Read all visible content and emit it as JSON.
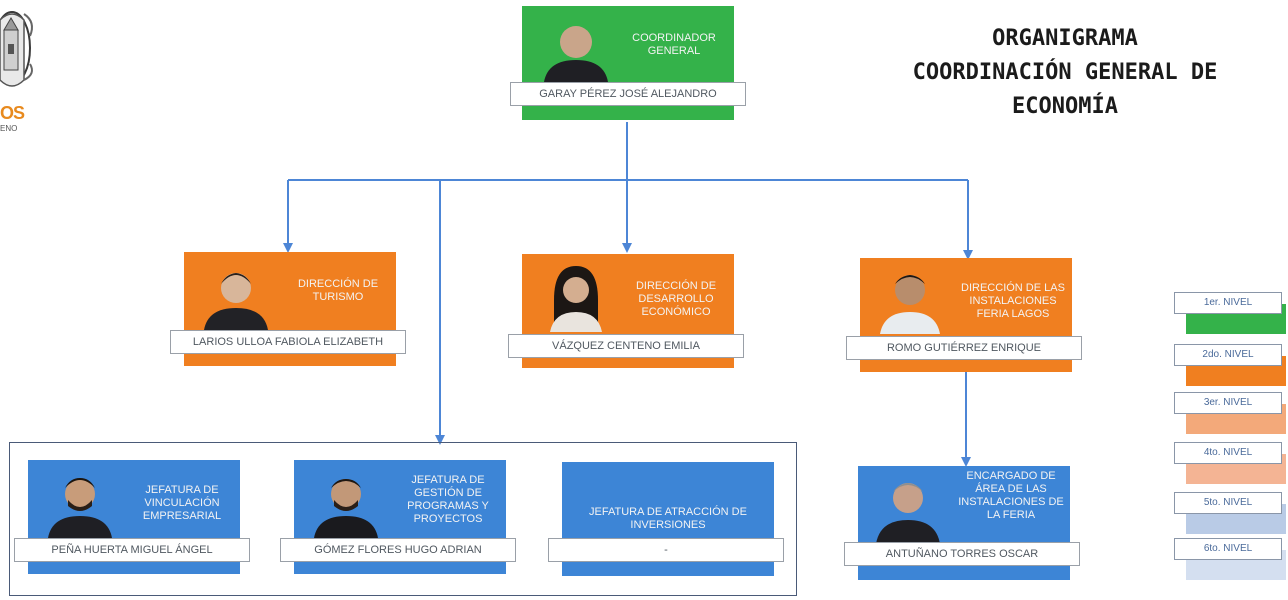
{
  "title": {
    "line1": "ORGANIGRAMA",
    "line2": "COORDINACIÓN GENERAL DE",
    "line3": "ECONOMÍA"
  },
  "logo": {
    "text1": "OS",
    "text2": "ENO"
  },
  "nodes": {
    "coordinador": {
      "role": "COORDINADOR GENERAL",
      "name": "GARAY PÉREZ JOSÉ ALEJANDRO",
      "color": "#34b24a"
    },
    "turismo": {
      "role": "DIRECCIÓN DE TURISMO",
      "name": "LARIOS ULLOA FABIOLA ELIZABETH",
      "color": "#f07f20"
    },
    "desarrollo": {
      "role": "DIRECCIÓN DE DESARROLLO ECONÓMICO",
      "name": "VÁZQUEZ CENTENO EMILIA",
      "color": "#f07f20"
    },
    "instalaciones": {
      "role": "DIRECCIÓN DE LAS INSTALACIONES FERIA LAGOS",
      "name": "ROMO GUTIÉRREZ ENRIQUE",
      "color": "#f07f20"
    },
    "vinculacion": {
      "role": "JEFATURA DE VINCULACIÓN EMPRESARIAL",
      "name": "PEÑA HUERTA MIGUEL ÁNGEL",
      "color": "#3d85d6"
    },
    "gestion": {
      "role": "JEFATURA DE GESTIÓN DE PROGRAMAS Y PROYECTOS",
      "name": "GÓMEZ FLORES HUGO ADRIAN",
      "color": "#3d85d6"
    },
    "atraccion": {
      "role": "JEFATURA DE ATRACCIÓN DE INVERSIONES",
      "name": "-",
      "color": "#3d85d6"
    },
    "encargado": {
      "role": "ENCARGADO DE ÁREA DE LAS INSTALACIONES DE LA FERIA",
      "name": "ANTUÑANO TORRES OSCAR",
      "color": "#3d85d6"
    }
  },
  "legend": [
    {
      "label": "1er. NIVEL",
      "color": "#34b24a"
    },
    {
      "label": "2do. NIVEL",
      "color": "#f07f20"
    },
    {
      "label": "3er. NIVEL",
      "color": "#f3a97a"
    },
    {
      "label": "4to. NIVEL",
      "color": "#f4b494"
    },
    {
      "label": "5to. NIVEL",
      "color": "#b9cbe6"
    },
    {
      "label": "6to. NIVEL",
      "color": "#d4dff0"
    }
  ]
}
